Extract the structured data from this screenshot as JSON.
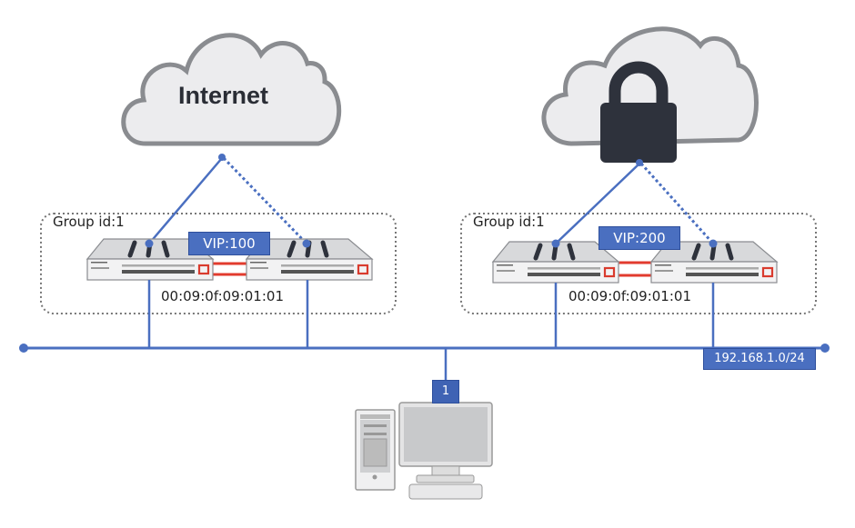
{
  "clouds": [
    {
      "label": "Internet",
      "type": "internet"
    },
    {
      "label": "",
      "type": "secure-lock"
    }
  ],
  "groups": [
    {
      "label": "Group id:1",
      "vip": "VIP:100",
      "mac": "00:09:0f:09:01:01"
    },
    {
      "label": "Group id:1",
      "vip": "VIP:200",
      "mac": "00:09:0f:09:01:01"
    }
  ],
  "network": {
    "subnet": "192.168.1.0/24"
  },
  "client": {
    "port": "1"
  },
  "colors": {
    "link": "#4a6fc0",
    "ha_link": "#e23b2e",
    "cloud_fill": "#ececee",
    "cloud_stroke": "#8a8c90",
    "lock": "#2e323c"
  }
}
